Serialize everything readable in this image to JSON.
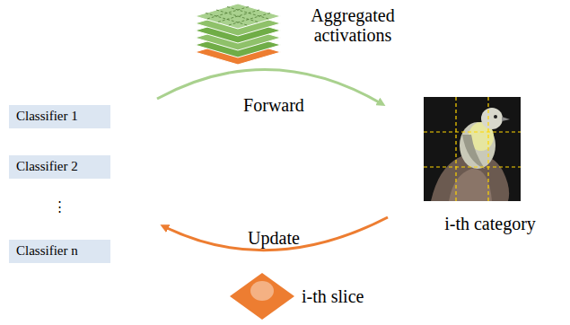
{
  "diagram": {
    "nodes": [
      {
        "text": [
          "Classifier 1"
        ]
      },
      {
        "text": [
          "Classifier 2"
        ]
      },
      {
        "text": [
          "Classifier n"
        ]
      }
    ],
    "labels": [
      "Aggregated activations",
      "Forward",
      "⋮",
      "i-th category",
      "Update",
      "i-th slice"
    ]
  }
}
